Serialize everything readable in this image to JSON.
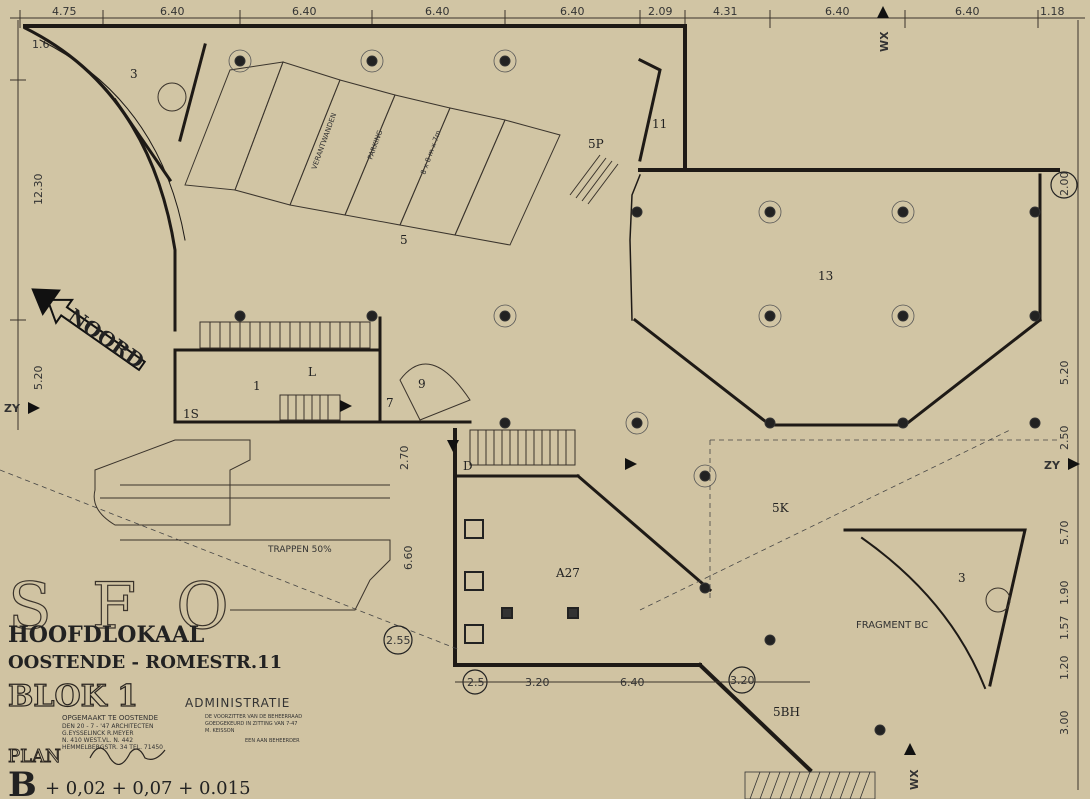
{
  "top_dimensions": [
    "4.75",
    "6.40",
    "6.40",
    "6.40",
    "6.40",
    "2.09",
    "4.31",
    "6.40",
    "6.40",
    "1.18"
  ],
  "left_dimensions": [
    "1.6",
    "12.30",
    "5.20"
  ],
  "right_dimensions": [
    "2.00",
    "5.20",
    "2.50",
    "5.70",
    "1.90",
    "1.57",
    "1.20",
    "3.00"
  ],
  "bottom_dimensions": [
    "2.5",
    "3.20",
    "6.40",
    "3.20",
    "2.55",
    "2.70",
    "6.60"
  ],
  "axes": {
    "zy_left": "ZY",
    "zy_right": "ZY",
    "wx_top": "WX",
    "wx_bottom": "WX"
  },
  "rooms": {
    "r3_top": "3",
    "r5": "5",
    "r13": "13",
    "r5p": "5P",
    "r11": "11",
    "r1": "1",
    "rL": "L",
    "r1s": "1S",
    "r7": "7",
    "r9": "9",
    "rD": "D",
    "r5k": "5K",
    "ra27": "A27",
    "r5bh": "5BH",
    "r3_fragment": "3"
  },
  "parking_labels": [
    "VERANTWANDEN",
    "PARKING",
    "8 x 8 m x 7m"
  ],
  "north_label": "NOORD",
  "trappen_label": "TRAPPEN 50%",
  "fragment_label": "FRAGMENT BC",
  "title_block": {
    "monogram": "SFO",
    "line1": "HOOFDLOKAAL",
    "line2": "OOSTENDE - ROMESTR.11",
    "line3": "BLOK 1",
    "line3b": "ADMINISTRATIE",
    "plan": "PLAN",
    "level_letter": "B",
    "levels": "+ 0,02 + 0,07 + 0.015",
    "credits_left": [
      "OPGEMAAKT TE OOSTENDE",
      "DEN 20 - 7 - '47  ARCHITECTEN",
      "G.EYSSELINCK  R.MEYER",
      "N. 410  WEST.VL.  N. 442",
      "HEMMELBERGSTR. 34  TEL. 71450"
    ],
    "credits_right": [
      "DE VOORZITTER VAN DE BEHEERRAAD",
      "GOEDGEKEURD IN ZITTING VAN 7-47",
      "M. KEISSON",
      "EEN AAN BEHEERDER"
    ]
  },
  "colors": {
    "paper": "#d3c7a7",
    "ink": "#2a2520",
    "wall": "#1e1a16"
  }
}
